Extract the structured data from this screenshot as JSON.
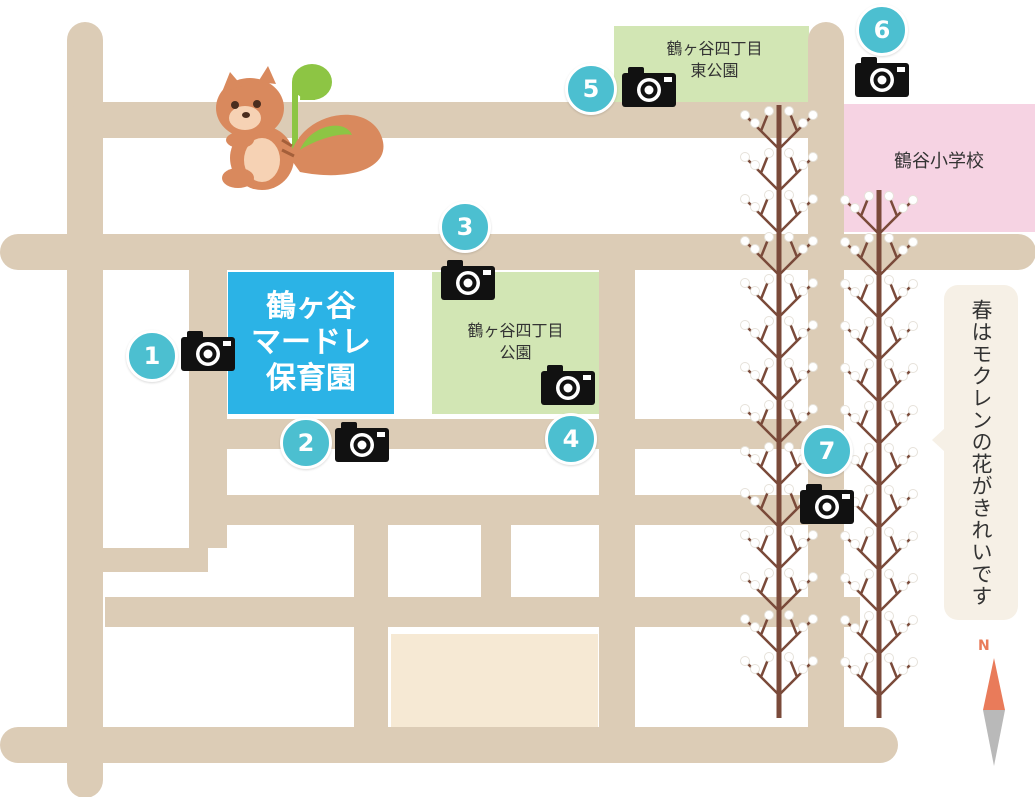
{
  "places": {
    "nursery_line1": "鶴ヶ谷",
    "nursery_line2": "マードレ",
    "nursery_line3": "保育園",
    "park1_line1": "鶴ヶ谷四丁目",
    "park1_line2": "公園",
    "park2_line1": "鶴ヶ谷四丁目",
    "park2_line2": "東公園",
    "school": "鶴谷小学校"
  },
  "photo_spots": [
    {
      "number": "1"
    },
    {
      "number": "2"
    },
    {
      "number": "3"
    },
    {
      "number": "4"
    },
    {
      "number": "5"
    },
    {
      "number": "6"
    },
    {
      "number": "7"
    }
  ],
  "callout": "春はモクレンの花がきれいです",
  "compass": "N",
  "colors": {
    "road": "#dcccb6",
    "park": "#d2e6b4",
    "school": "#f6d3e3",
    "nursery": "#2bb3e6",
    "pin": "#4cbfd0",
    "empty_lot": "#f6e9d4",
    "compass": "#e97b5a"
  },
  "icons": {
    "mascot": "squirrel-icon",
    "spot": "camera-icon",
    "tree": "magnolia-tree-icon"
  }
}
